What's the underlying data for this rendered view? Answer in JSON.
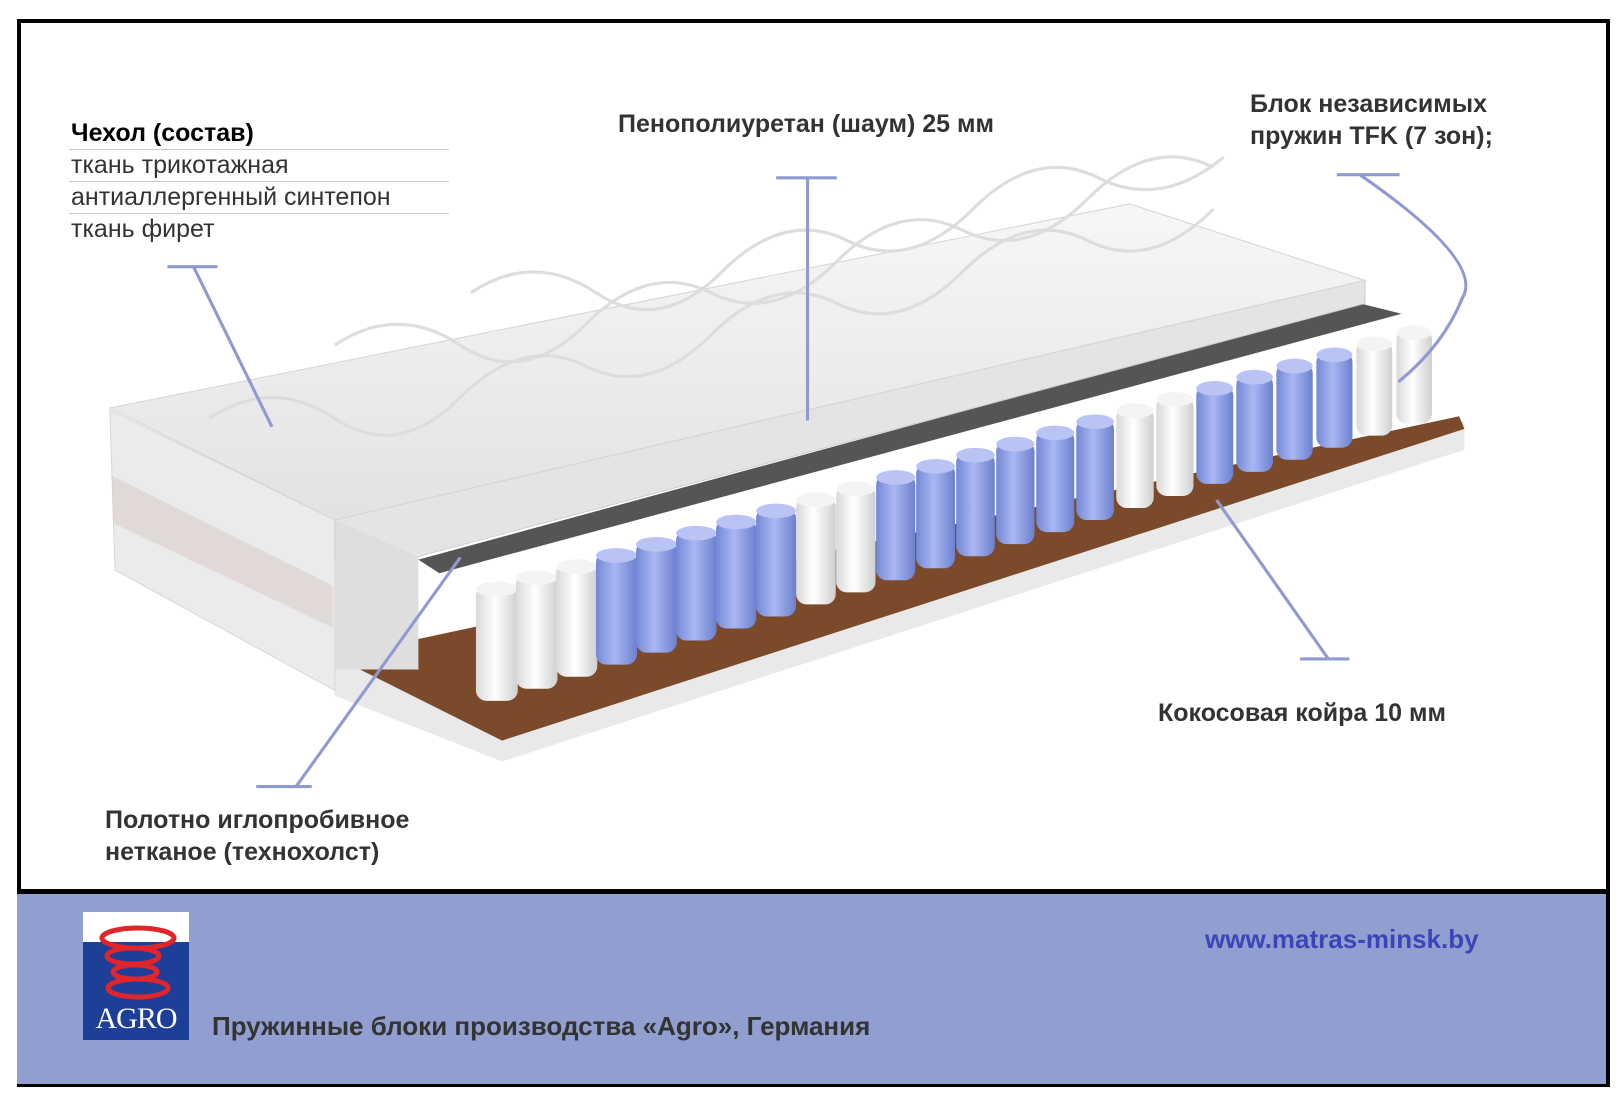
{
  "cover": {
    "title": "Чехол (состав)",
    "items": [
      "ткань трикотажная",
      "антиаллергенный синтепон",
      "ткань фирет"
    ]
  },
  "labels": {
    "foam": "Пенополиуретан (шаум) 25 мм",
    "springs_line1": "Блок независимых",
    "springs_line2": "пружин TFK (7 зон);",
    "coir": "Кокосовая койра 10 мм",
    "felt_line1": "Полотно  иглопробивное",
    "felt_line2": "нетканое (технохолст)"
  },
  "footer": {
    "logo_text": "AGRO",
    "caption": "Пружинные блоки производства «Agro», Германия",
    "url": "www.matras-minsk.by"
  },
  "colors": {
    "band": "#919fd0",
    "pointer": "#8f9bd0",
    "spring_blue": "#8fa0e6",
    "coir": "#7a4a2a",
    "url": "#3c44b8"
  }
}
